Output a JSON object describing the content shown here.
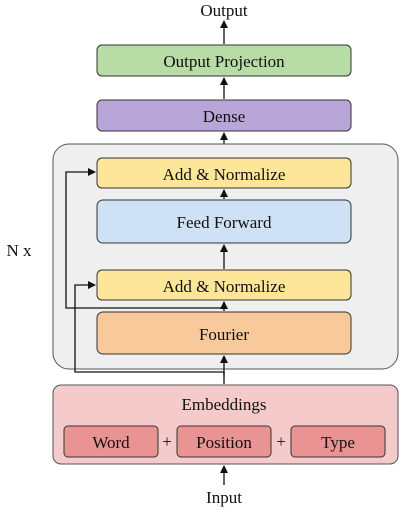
{
  "diagram": {
    "output_label": "Output",
    "input_label": "Input",
    "repeat_label": "N x",
    "blocks": {
      "output_projection": "Output Projection",
      "dense": "Dense",
      "add_normalize_top": "Add & Normalize",
      "feed_forward": "Feed Forward",
      "add_normalize_bottom": "Add & Normalize",
      "fourier": "Fourier"
    },
    "embeddings": {
      "title": "Embeddings",
      "parts": [
        "Word",
        "Position",
        "Type"
      ],
      "operator": "+"
    }
  },
  "colors": {
    "output_projection": "#b8dca6",
    "dense": "#b9a6d8",
    "add_normalize": "#fde59a",
    "feed_forward": "#cfe1f4",
    "fourier": "#f7c99b",
    "embeddings_outer": "#f4caca",
    "embeddings_inner": "#e99393",
    "container": "#efefef"
  }
}
